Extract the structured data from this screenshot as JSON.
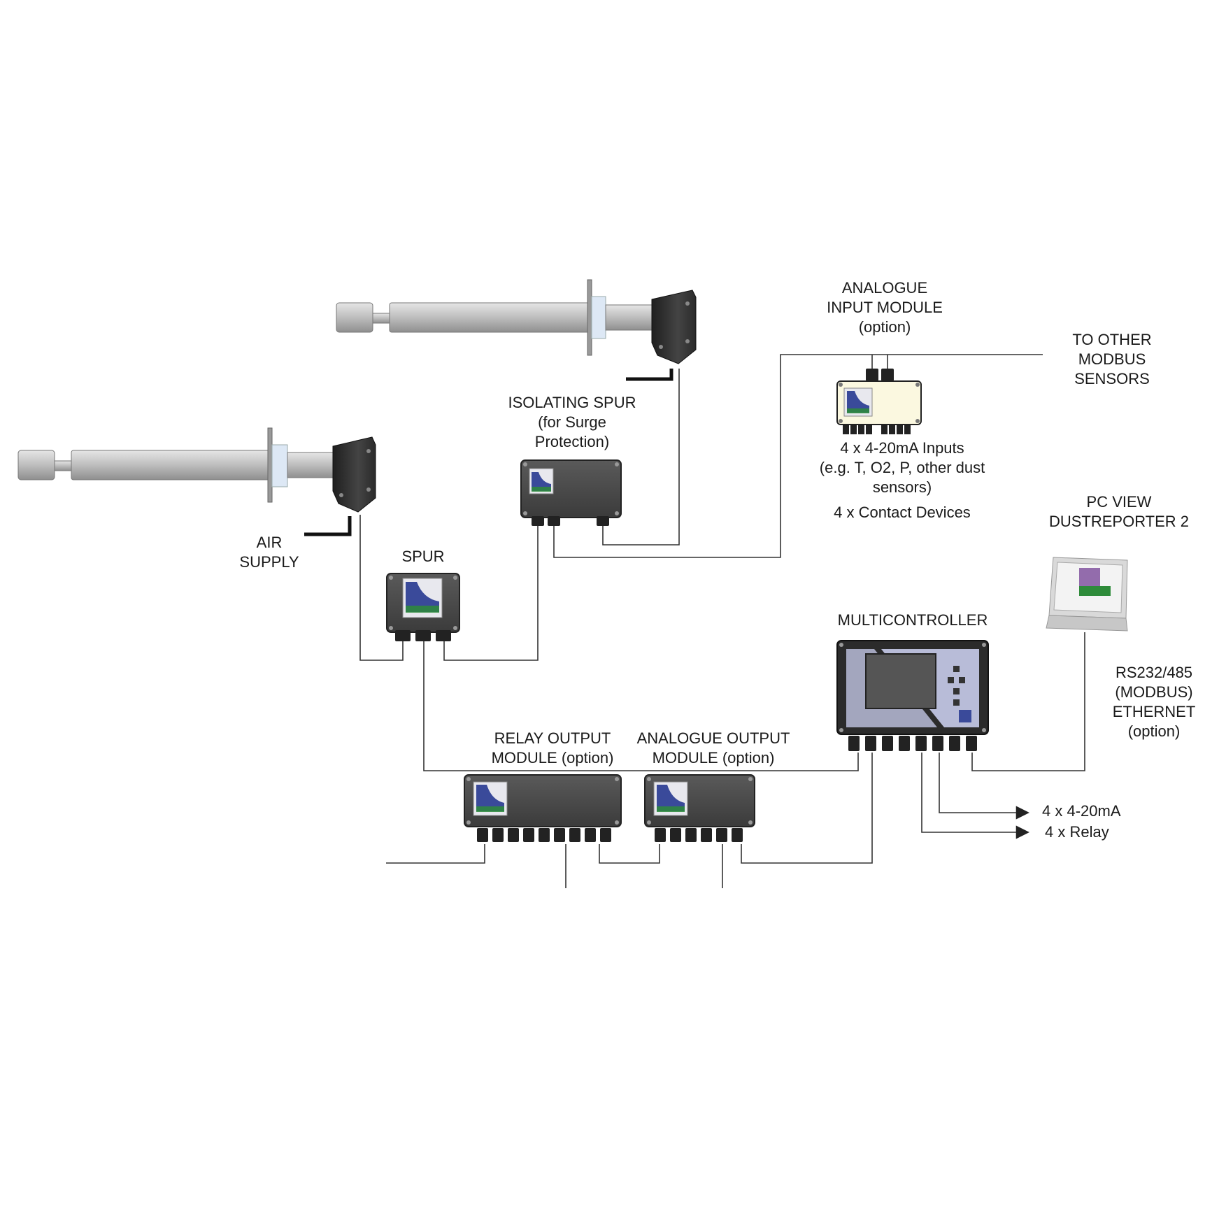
{
  "colors": {
    "wire": "#333333",
    "enclosure": "#4a4a4a",
    "enclosure_dark": "#2b2b2b",
    "probe": "#c8c8c8",
    "flange_glow": "#dde8f5",
    "logo_bg": "#e8e8ee",
    "logo_blue": "#3a4a9a",
    "logo_green": "#2e8b3a",
    "input_module": "#fbf8e0",
    "controller_panel": "#b8bcd8",
    "screen": "#555555"
  },
  "labels": {
    "analogue_input": {
      "line1": "ANALOGUE",
      "line2": "INPUT MODULE",
      "line3": "(option)"
    },
    "to_other": {
      "line1": "TO OTHER",
      "line2": "MODBUS",
      "line3": "SENSORS"
    },
    "isolating_spur": {
      "line1": "ISOLATING SPUR",
      "line2": "(for Surge",
      "line3": "Protection)"
    },
    "inputs": {
      "line1": "4 x 4-20mA Inputs",
      "line2": "(e.g. T, O2, P, other dust",
      "line3": "sensors)",
      "line4": "4 x Contact Devices"
    },
    "pc_view": {
      "line1": "PC VIEW",
      "line2": "DUSTREPORTER 2"
    },
    "air_supply": {
      "line1": "AIR",
      "line2": "SUPPLY"
    },
    "spur": "SPUR",
    "multicontroller": "MULTICONTROLLER",
    "comms": {
      "line1": "RS232/485",
      "line2": "(MODBUS)",
      "line3": "ETHERNET",
      "line4": "(option)"
    },
    "relay_output": {
      "line1": "RELAY OUTPUT",
      "line2": "MODULE (option)"
    },
    "analogue_output": {
      "line1": "ANALOGUE OUTPUT",
      "line2": "MODULE (option)"
    },
    "out_ma": "4 x 4-20mA",
    "out_relay": "4 x Relay"
  },
  "icons": {
    "logo": "pcme-logo-icon",
    "laptop": "laptop-icon",
    "arrow": "arrow-right-icon"
  }
}
